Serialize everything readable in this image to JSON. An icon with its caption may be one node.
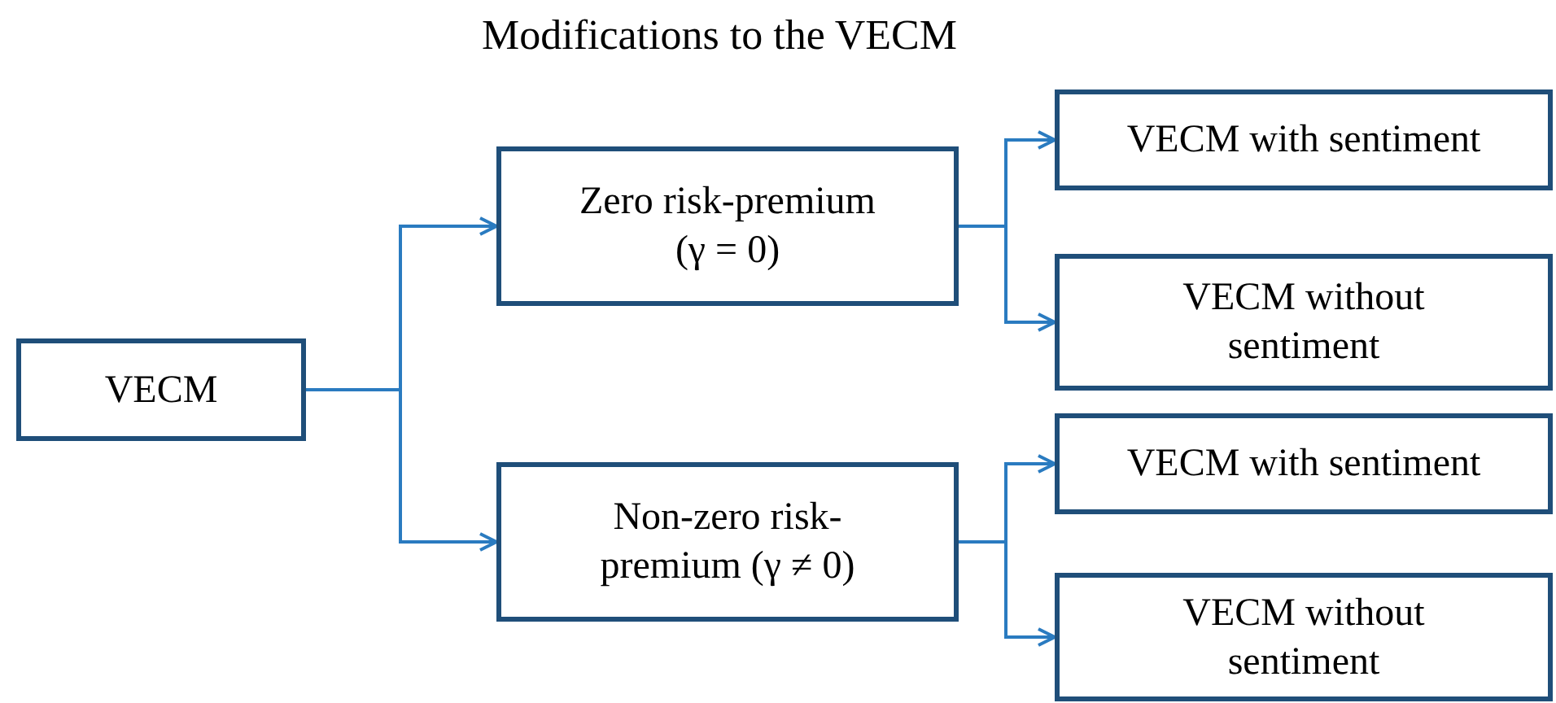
{
  "diagram": {
    "title": "Modifications to the VECM",
    "nodes": [
      {
        "text": [
          "VECM"
        ]
      },
      {
        "text": [
          "Zero risk-premium (γ = 0)"
        ]
      },
      {
        "text": [
          "Non-zero risk-premium (γ ≠ 0)"
        ]
      },
      {
        "text": [
          "VECM with sentiment"
        ]
      },
      {
        "text": [
          "VECM without sentiment"
        ]
      },
      {
        "text": [
          "VECM with sentiment"
        ]
      },
      {
        "text": [
          "VECM without sentiment"
        ]
      }
    ],
    "edges": [
      {
        "from": 0,
        "to": 1,
        "arrow": "to"
      },
      {
        "from": 0,
        "to": 2,
        "arrow": "to"
      },
      {
        "from": 1,
        "to": 3,
        "arrow": "to"
      },
      {
        "from": 1,
        "to": 4,
        "arrow": "to"
      },
      {
        "from": 2,
        "to": 5,
        "arrow": "to"
      },
      {
        "from": 2,
        "to": 6,
        "arrow": "to"
      }
    ]
  }
}
